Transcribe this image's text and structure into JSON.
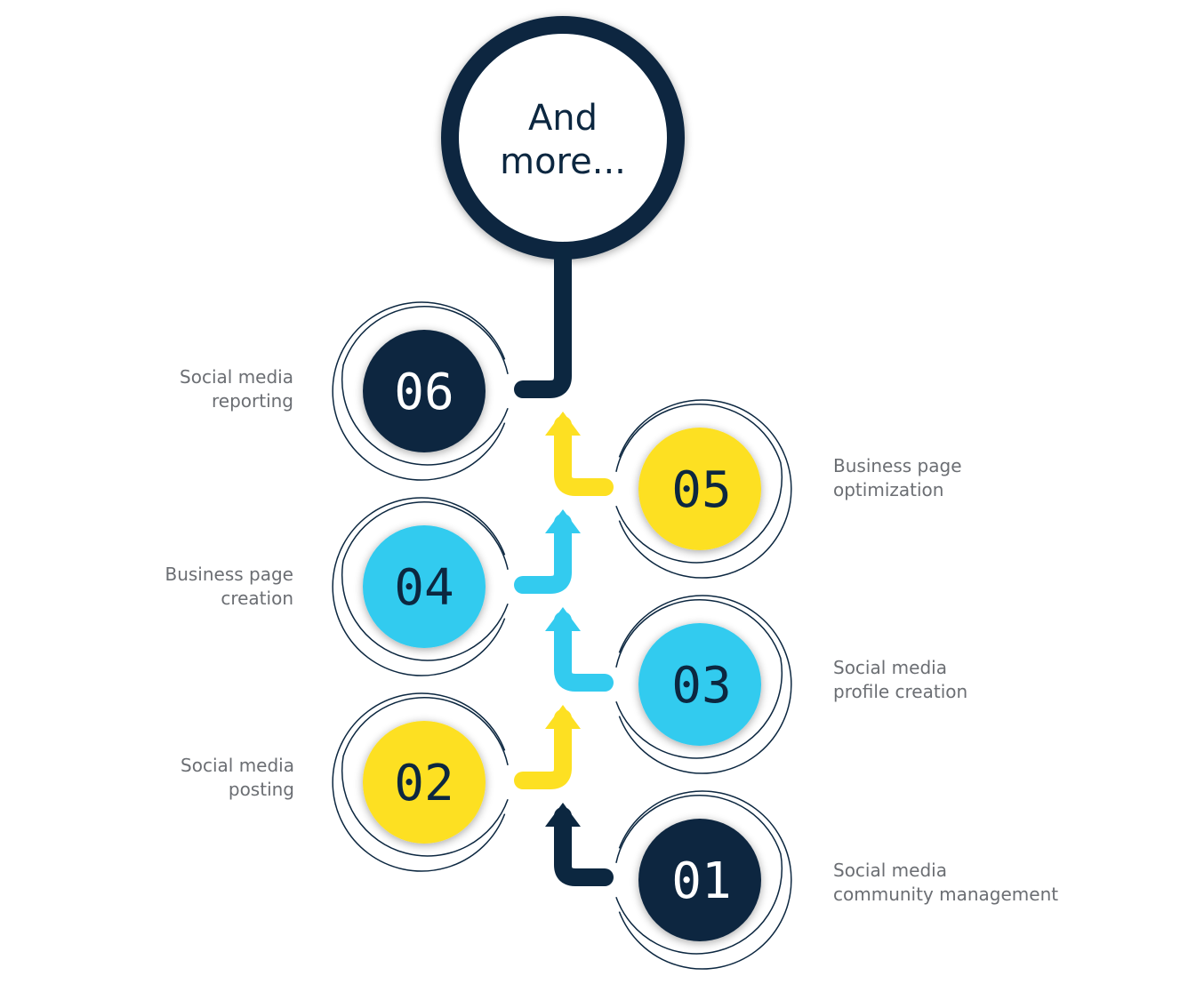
{
  "header_node": {
    "line1": "And",
    "line2": "more..."
  },
  "colors": {
    "navy": "#0c2740",
    "yellow": "#fde022",
    "cyan": "#33cbef",
    "ring": "#0c2740",
    "label_text": "#6b6e73"
  },
  "steps": [
    {
      "number": "01",
      "line1": "Social media",
      "line2": "community management",
      "color": "navy"
    },
    {
      "number": "02",
      "line1": "Social media",
      "line2": "posting",
      "color": "yellow"
    },
    {
      "number": "03",
      "line1": "Social media",
      "line2": "profile creation",
      "color": "cyan"
    },
    {
      "number": "04",
      "line1": "Business page",
      "line2": "creation",
      "color": "cyan"
    },
    {
      "number": "05",
      "line1": "Business page",
      "line2": "optimization",
      "color": "yellow"
    },
    {
      "number": "06",
      "line1": "Social media",
      "line2": "reporting",
      "color": "navy"
    }
  ],
  "arrows": [
    {
      "from": "01",
      "to": "02",
      "color": "navy"
    },
    {
      "from": "02",
      "to": "03",
      "color": "yellow"
    },
    {
      "from": "03",
      "to": "04",
      "color": "cyan"
    },
    {
      "from": "04",
      "to": "05",
      "color": "cyan"
    },
    {
      "from": "05",
      "to": "06",
      "color": "yellow"
    },
    {
      "from": "06",
      "to": "header",
      "color": "navy"
    }
  ]
}
